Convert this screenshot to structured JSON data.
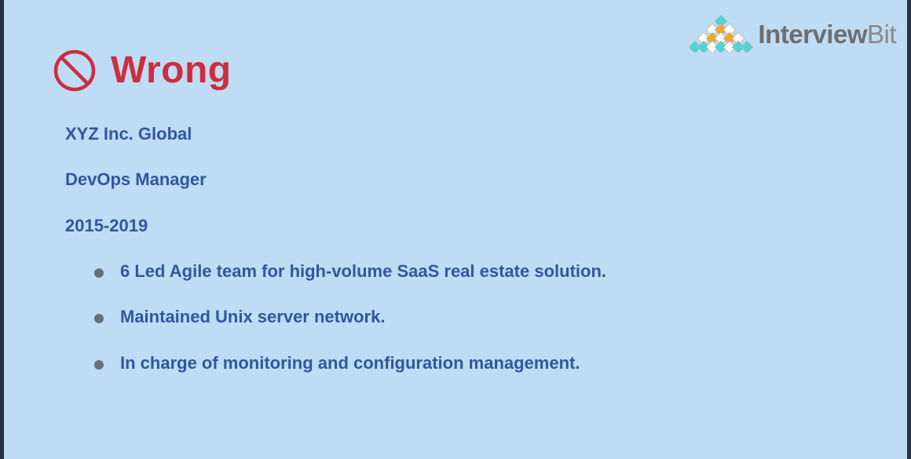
{
  "slide": {
    "background_color": "#bedcf4",
    "border_color": "#253342"
  },
  "brand": {
    "name_bold": "Interview",
    "name_light": "Bit",
    "mark_colors": {
      "teal": "#4fd3d3",
      "orange": "#f5a623",
      "white": "#ffffff",
      "outline": "#b9b9b9"
    },
    "text_color_bold": "#6f6f6f",
    "text_color_light": "#8a8a8a"
  },
  "verdict": {
    "label": "Wrong",
    "color": "#cc2e3f",
    "icon": "prohibition-sign-icon"
  },
  "resume_entry": {
    "company": "XYZ Inc. Global",
    "job_title": "DevOps Manager",
    "dates": "2015-2019",
    "text_color": "#32569e",
    "bullet_color": "#66707d",
    "bullets": [
      "6 Led Agile team for high-volume SaaS real estate solution.",
      "Maintained Unix server network.",
      "In charge of monitoring and configuration management."
    ]
  }
}
